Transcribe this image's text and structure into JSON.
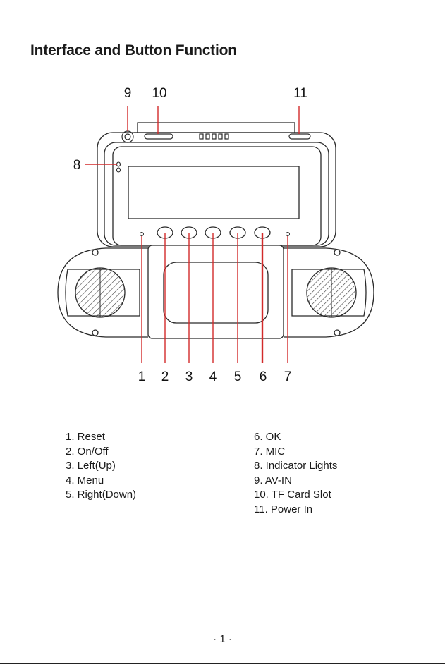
{
  "title": "Interface and Button Function",
  "callouts": [
    "1",
    "2",
    "3",
    "4",
    "5",
    "6",
    "7",
    "8",
    "9",
    "10",
    "11"
  ],
  "legend_left": [
    "1. Reset",
    "2. On/Off",
    "3. Left(Up)",
    "4. Menu",
    "5. Right(Down)"
  ],
  "legend_right": [
    "6. OK",
    "7. MIC",
    "8. Indicator Lights",
    "9. AV-IN",
    "10. TF Card Slot",
    "11. Power In"
  ],
  "page_number": "· 1 ·",
  "colors": {
    "callout_line": "#d22a2a",
    "outline": "#2a2a2a",
    "text": "#1a1a1a"
  }
}
